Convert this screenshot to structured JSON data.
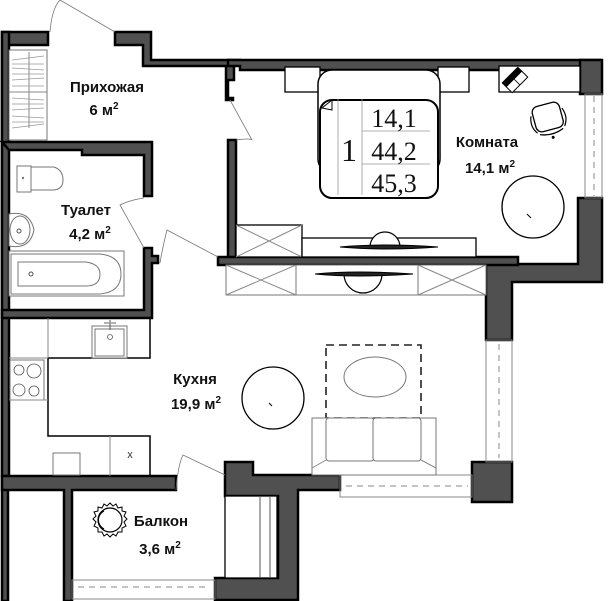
{
  "plan": {
    "type": "apartment-floor-plan",
    "rooms": [
      {
        "id": "hallway",
        "name": "Прихожая",
        "area": "6",
        "unit": "м",
        "sup": "2"
      },
      {
        "id": "room",
        "name": "Комната",
        "area": "14,1",
        "unit": "м",
        "sup": "2"
      },
      {
        "id": "bathroom",
        "name": "Туалет",
        "area": "4,2",
        "unit": "м",
        "sup": "2"
      },
      {
        "id": "kitchen",
        "name": "Кухня",
        "area": "19,9",
        "unit": "м",
        "sup": "2"
      },
      {
        "id": "balcony",
        "name": "Балкон",
        "area": "3,6",
        "unit": "м",
        "sup": "2"
      }
    ],
    "badge": {
      "rooms_count": "1",
      "living_area": "14,1",
      "total_area": "44,2",
      "total_with_balcony": "45,3"
    },
    "colors": {
      "wall_fill": "#505050",
      "wall_stroke": "#000000",
      "background": "#ffffff",
      "furniture_line": "#777777"
    }
  }
}
